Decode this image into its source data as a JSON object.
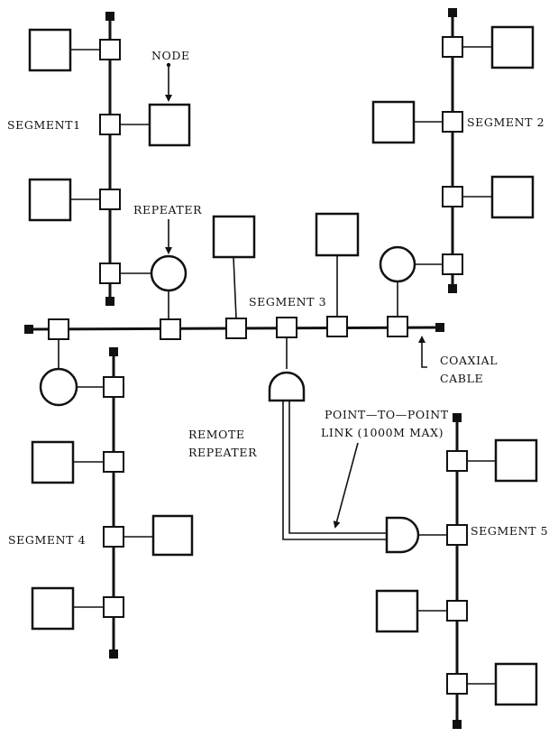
{
  "labels": {
    "node": "NODE",
    "segment1": "SEGMENT1",
    "segment2": "SEGMENT  2",
    "segment3": "SEGMENT  3",
    "segment4": "SEGMENT  4",
    "segment5": "SEGMENT  5",
    "repeater": "REPEATER",
    "coaxial_line1": "COAXIAL",
    "coaxial_line2": "CABLE",
    "remote_line1": "REMOTE",
    "remote_line2": "REPEATER",
    "link_line1": "POINT—TO—POINT",
    "link_line2": "LINK (1000M MAX)"
  }
}
